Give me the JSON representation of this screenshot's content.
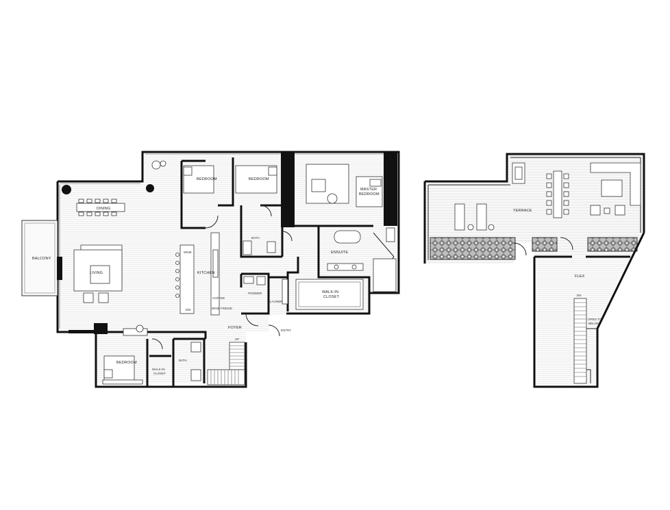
{
  "plan": {
    "labels": {
      "dining": "DINING",
      "living": "LIVING",
      "balcony": "BALCONY",
      "bedroom_1": "BEDROOM",
      "bedroom_2": "BEDROOM",
      "master_line1": "MASTER",
      "master_line2": "BEDROOM",
      "bath_1": "BATH",
      "ensuite": "ENSUITE",
      "wine": "WINE",
      "kitchen": "KITCHEN",
      "dw": "DW",
      "coffee": "COFFEE",
      "wine_fridge": "WINE FRIDGE",
      "powder": "POWDER",
      "laundry": "LAUNDRY",
      "walkin_line1": "WALK-IN",
      "walkin_line2": "CLOSET",
      "foyer": "FOYER",
      "entry": "ENTRY",
      "up": "UP",
      "bedroom_3": "BEDROOM",
      "walkin2_line1": "WALK-IN",
      "walkin2_line2": "CLOSET",
      "bath_2": "BATH",
      "terrace": "TERRACE",
      "flex": "FLEX",
      "open_line1": "OPEN TO",
      "open_line2": "BELOW",
      "dn": "DN"
    }
  }
}
